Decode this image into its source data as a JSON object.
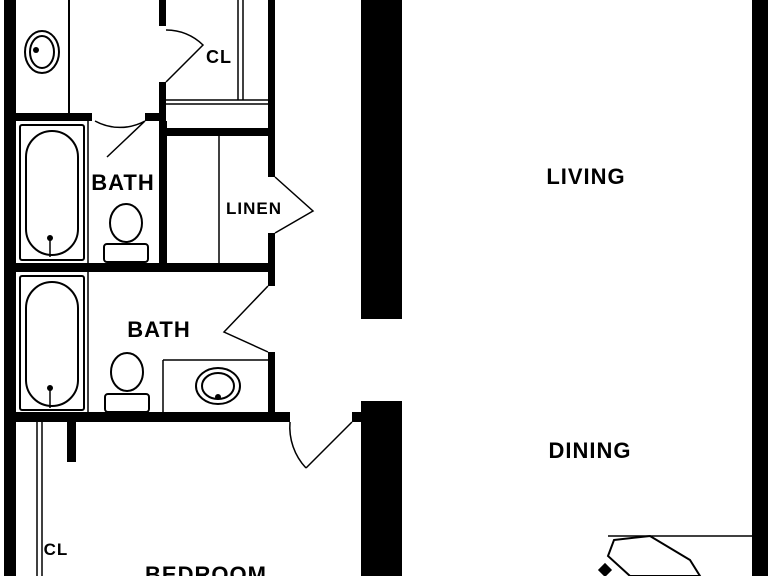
{
  "colors": {
    "wall": "#000000",
    "background": "#ffffff"
  },
  "rooms": {
    "closet_top": "CL",
    "bath_upper": "BATH",
    "linen": "LINEN",
    "bath_lower": "BATH",
    "living": "LIVING",
    "dining": "DINING",
    "closet_bedroom": "CL",
    "bedroom": "BEDROOM"
  },
  "fixtures": {
    "bath_upper": [
      "bathtub-icon",
      "toilet-icon"
    ],
    "bath_lower": [
      "bathtub-icon",
      "toilet-icon",
      "sink-icon"
    ],
    "top_left": [
      "sink-icon"
    ],
    "dining": [
      "table-icon"
    ]
  }
}
